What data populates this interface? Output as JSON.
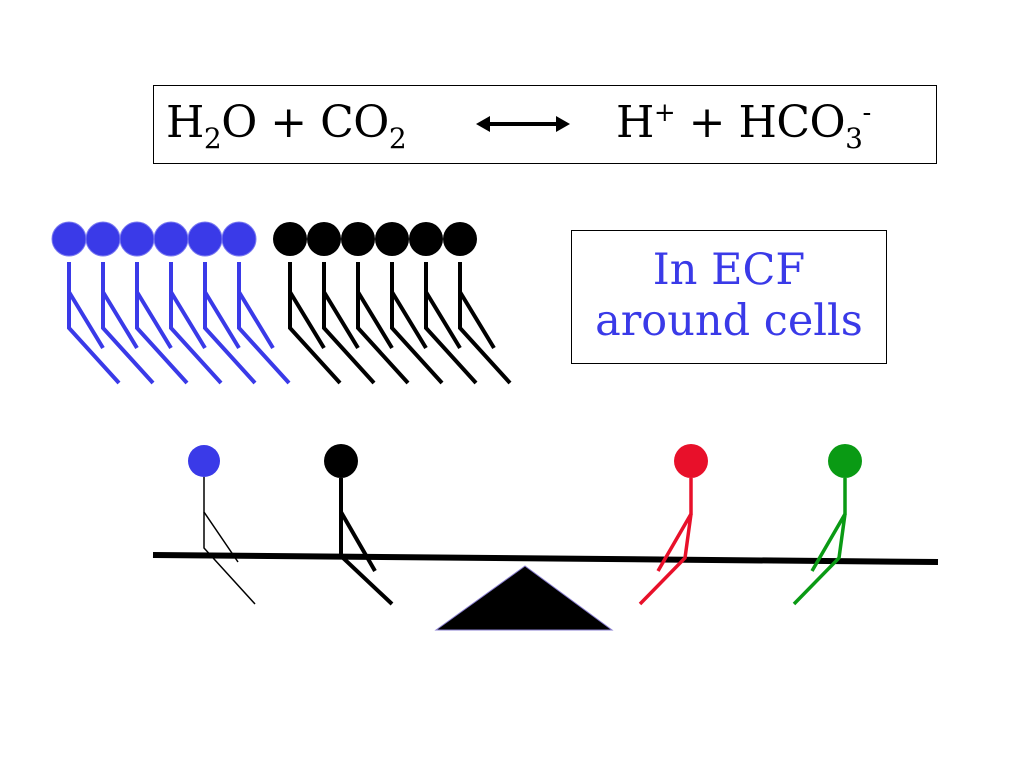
{
  "equation": {
    "left": {
      "h": "H",
      "sub2": "2",
      "o": "O + CO",
      "sub2b": "2"
    },
    "right": {
      "h": "H",
      "plus_sup": "+",
      "mid": " + HCO",
      "sub3": "3",
      "minus_sup": "-"
    }
  },
  "ecf_label": {
    "line1": "In ECF",
    "line2": "around cells"
  },
  "colors": {
    "blue": "#3a3ae8",
    "black": "#000000",
    "red": "#e8102a",
    "green": "#0a9a14"
  },
  "molecules": {
    "top_blue_count": 6,
    "top_black_count": 6
  }
}
